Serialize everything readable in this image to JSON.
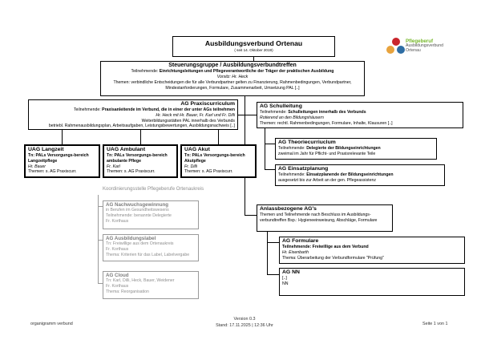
{
  "colors": {
    "box_border": "#000000",
    "gray_section": "#8e8e8e",
    "logo_green": "#76b72a",
    "logo_red": "#c9252c",
    "logo_yellow": "#e8a33d",
    "logo_blue": "#2e6da4"
  },
  "logo": {
    "brand": "Pflegeberuf",
    "line1": "Ausbildungsverbund",
    "line2": "Ortenau"
  },
  "header": {
    "title": "Ausbildungsverbund Ortenau",
    "subtitle": "( seit 14. Oktober 2019)"
  },
  "steuerung": {
    "title": "Steuerungsgruppe / Ausbildungsverbundtreffen",
    "teilnehmende_label": "Teilnehmende: ",
    "teilnehmende": "Einrichtungsleitungen und Pflegeverantwortliche der Träger der praktischen Ausbildung",
    "vorsitz": "Vorsitz: Hr. Heck",
    "themen": "Themen: verbindliche Entscheidungen die für alle Verbundpartner gelten zu Finanzierung, Rahmenbedingungen, Verbundpartner, Mindestanforderungen, Formulare, Zusammenarbeit, Umsetzung PAL [..]"
  },
  "praxiscurriculum": {
    "title": "AG Praxiscurriculum",
    "teilnehmende_label": "Teilnehmende: ",
    "teilnehmende": "Praxisanleitende im Verbund, die in einer der unter AGs teilnehmen",
    "leitung": "Hr. Heck mit Hr. Bauer, Fr. Karl und Fr. Dilli",
    "line4": "Weiterbildungsstätten PAL innerhalb des Verbunds",
    "line5": "betriebl. Rahmenausbildungsplan, Arbeitsaufgaben, Leistungsbewertungen, Ausbildungsnachweis [..]"
  },
  "schulleitung": {
    "title": "AG Schulleitung",
    "teilnehmende_label": "Teilnehmende: ",
    "teilnehmende": "Schulleitungen innerhalb des Verbunds",
    "ort": "Rotierend an den Bildungshäusern",
    "themen": "Themen: rechtl. Rahmenbedingungen, Formulare, Inhalte, Klausuren [..]"
  },
  "uags": [
    {
      "title": "UAG Langzeit",
      "tn": "Tn: PALs Versorgungs-bereich Langzeitpflege",
      "leitung": "Hr. Bauer",
      "themen": "Themen: s. AG Praxiscurr."
    },
    {
      "title": "UAG Ambulant",
      "tn": "Tn: PALs Versorgungs-bereich ambulante Pflege",
      "leitung": "Fr. Karl",
      "themen": "Themen: s. AG Praxiscurr."
    },
    {
      "title": "UAG Akut",
      "tn": "Tn: PALs Versorgungs-bereich Akutpflege",
      "leitung": "Fr. Dilli",
      "themen": "Themen: s. AG Praxiscurr."
    }
  ],
  "theoriecurriculum": {
    "title": "AG Theoriecurriuclum",
    "teilnehmende_label": "Teilnehmende: ",
    "teilnehmende": "Delegierte der Bildungseinrichtungen",
    "info": "zweimal im Jahr für Pflicht- und Praxisrelevante Teile"
  },
  "einsatzplanung": {
    "title": "AG Einsatzplanung",
    "teilnehmende_label": "Teilnehmende: ",
    "teilnehmende": "Einsatzplanende der Bildungseinrichtungen",
    "info": "ausgesetzt bis zur Arbeit an der gen. Pflegeassistenz"
  },
  "anlassbezogen": {
    "title": "Anlassbezogene AG's",
    "text": "Themen und Teilnehmende nach Beschluss im Ausbildungs-verbundtreffen Bsp.: Hygieneeinweisung, Abschläge, Formulare"
  },
  "formulare": {
    "title": "AG Formulare",
    "teilnehmende": "Teilnehmende: Freiwillige aus dem Verbund",
    "leitung": "Hr. Eisenbarth",
    "thema": "Thema: Überarbeitung der Verbundformulare \"Prüfung\""
  },
  "nn": {
    "title": "AG NN",
    "line1": "[..]",
    "line2": "NN"
  },
  "koordinierungsstelle": {
    "label": "Koordinierungsstelle Pflegeberufe Ortenaukreis",
    "ags": [
      {
        "title": "AG Nachwuchsgewinnung",
        "line1": "in Berufen im Gesundheitswesens",
        "line2": "Teilnehmende: benannte Delegierte",
        "line3": "Fr. Korthaus"
      },
      {
        "title": "AG Ausbildungslabel",
        "line1": "Tn: Freiwillige aus dem Ortenaukreis",
        "line2": "Fr. Korthaus",
        "line3": "Thema: Kriterien für das Label, Labelvergabe"
      },
      {
        "title": "AG Cloud",
        "line1": "Tn: Karl, Dilli, Heck, Bauer, Weidener",
        "line2": "Fr. Korthaus",
        "line3": "Thema: Reorganisation"
      }
    ]
  },
  "footer": {
    "left": "organigramm verbund",
    "version": "Version 0.3",
    "stand": "Stand: 17.11.2025 | 12:36 Uhr",
    "page": "Seite 1 von 1"
  }
}
